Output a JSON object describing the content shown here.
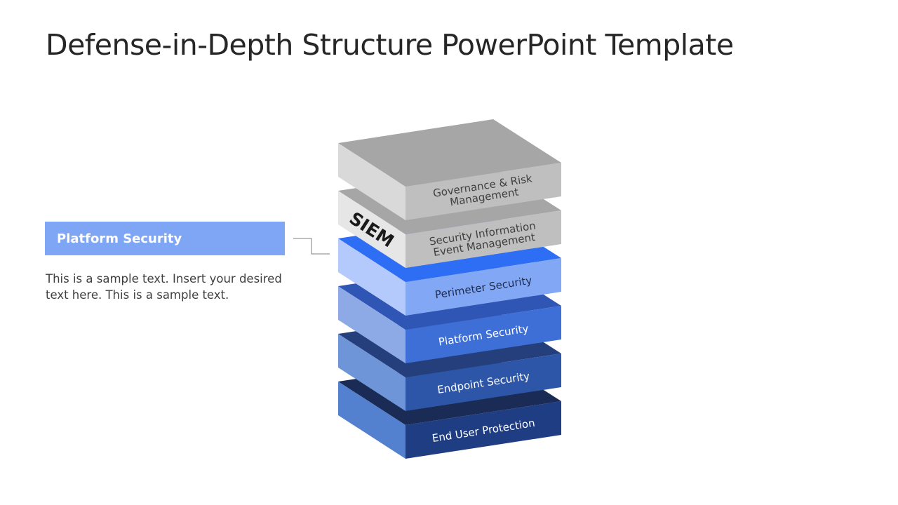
{
  "slide": {
    "title": "Defense-in-Depth Structure PowerPoint Template"
  },
  "callout": {
    "title": "Platform Security",
    "body_line1": "This is a sample text. Insert your desired",
    "body_line2": "text here. This is a sample text."
  },
  "layers": [
    {
      "line1": "Governance & Risk",
      "line2": "Management",
      "top_color": "#a6a6a6",
      "left_color": "#d9d9d9",
      "front_color": "#bfbfbf",
      "text_color": "#404040"
    },
    {
      "line1": "Security Information",
      "line2": "Event Management",
      "badge": "SIEM",
      "top_color": "#a6a6a6",
      "left_color": "#e6e6e6",
      "front_color": "#bfbfbf",
      "text_color": "#404040"
    },
    {
      "line1": "Perimeter Security",
      "line2": "",
      "top_color": "#2e6ef4",
      "left_color": "#b4cafd",
      "front_color": "#82a8f5",
      "text_color": "#1f2b4d"
    },
    {
      "line1": "Platform Security",
      "line2": "",
      "top_color": "#2f55b5",
      "left_color": "#8eaae6",
      "front_color": "#3d6fd6",
      "text_color": "#ffffff"
    },
    {
      "line1": "Endpoint Security",
      "line2": "",
      "top_color": "#253f7c",
      "left_color": "#6e95d8",
      "front_color": "#2d56a8",
      "text_color": "#ffffff"
    },
    {
      "line1": "End User Protection",
      "line2": "",
      "top_color": "#1a2b55",
      "left_color": "#5480d0",
      "front_color": "#1f3d82",
      "text_color": "#ffffff"
    }
  ]
}
